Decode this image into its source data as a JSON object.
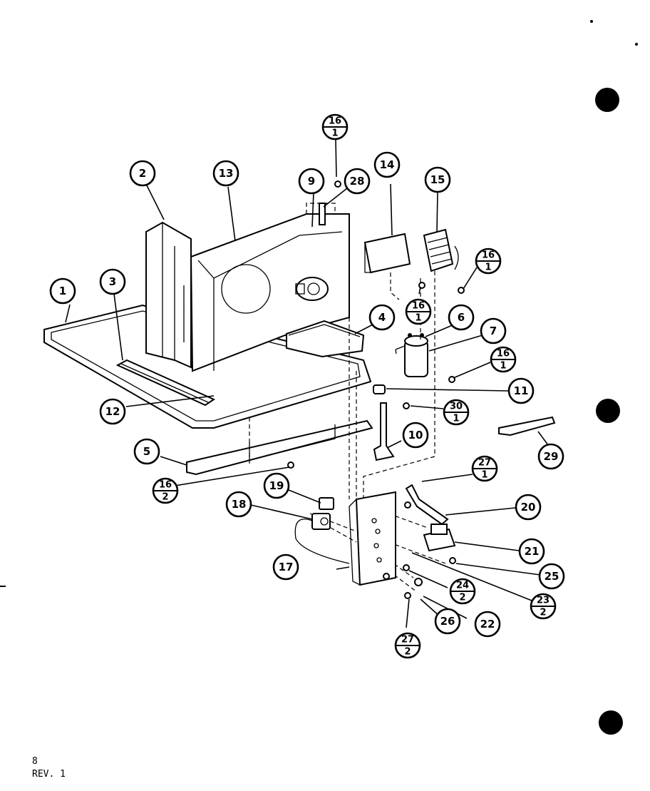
{
  "callouts": {
    "c1": "1",
    "c2": "2",
    "c3": "3",
    "c4": "4",
    "c5": "5",
    "c6": "6",
    "c7": "7",
    "c9": "9",
    "c10": "10",
    "c11": "11",
    "c12": "12",
    "c13": "13",
    "c14": "14",
    "c15": "15",
    "c17": "17",
    "c18": "18",
    "c19": "19",
    "c20": "20",
    "c21": "21",
    "c22": "22",
    "c25": "25",
    "c26": "26",
    "c28": "28",
    "c29": "29"
  },
  "fractions": {
    "f16_1_top": {
      "num": "16",
      "den": "1"
    },
    "f16_1_right": {
      "num": "16",
      "den": "1"
    },
    "f16_1_mid": {
      "num": "16",
      "den": "1"
    },
    "f16_1_cap": {
      "num": "16",
      "den": "1"
    },
    "f30_1": {
      "num": "30",
      "den": "1"
    },
    "f16_2": {
      "num": "16",
      "den": "2"
    },
    "f27_1": {
      "num": "27",
      "den": "1"
    },
    "f24_2": {
      "num": "24",
      "den": "2"
    },
    "f23_2": {
      "num": "23",
      "den": "2"
    },
    "f27_2": {
      "num": "27",
      "den": "2"
    }
  },
  "footer": {
    "page_number": "8",
    "revision": "REV. 1"
  }
}
